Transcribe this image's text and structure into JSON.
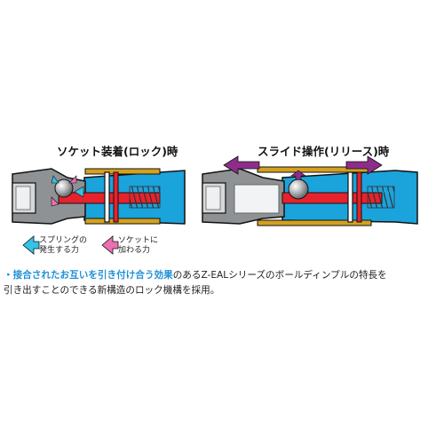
{
  "titles": {
    "lock": "ソケット装着(ロック)時",
    "release": "スライド操作(リリース)時"
  },
  "legend": {
    "spring_line1": "スプリングの",
    "spring_line2": "発生する力",
    "socket_line1": "ソケットに",
    "socket_line2": "加わる力"
  },
  "caption": {
    "prefix": "・",
    "highlight": "接合されたお互いを引き付け合う効果",
    "line1_rest": "のあるZ-EALシリーズのボールディンプルの特長を",
    "line2": "引き出すことのできる新構造のロック機構を採用。"
  },
  "colors": {
    "blue": "#1ba3dc",
    "red": "#e8222c",
    "gray": "#8f9295",
    "dark_gray": "#5d6064",
    "gold": "#d4a020",
    "pink": "#ec6fb0",
    "cyan_arrow": "#33c2e8",
    "purple": "#8d2d8a",
    "highlight_text": "#1f8fd8"
  }
}
